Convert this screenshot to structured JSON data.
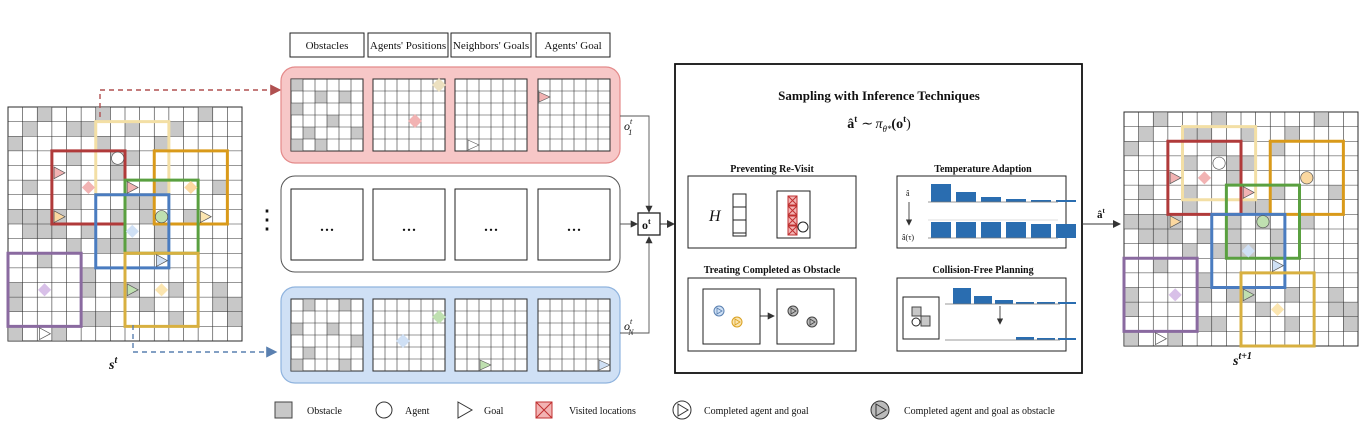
{
  "header_labels": [
    "Obstacles",
    "Agents' Positions",
    "Neighbors' Goals",
    "Agents' Goal"
  ],
  "row_labels": {
    "o1": "o",
    "o1_sup": "t",
    "o1_sub": "1",
    "oN": "o",
    "oN_sup": "t",
    "oN_sub": "N"
  },
  "ellipsis": "...",
  "vdots": "⋮",
  "ot_label": "o",
  "ot_sup": "t",
  "state_label_left": "s",
  "state_label_left_sup": "t",
  "state_label_right": "s",
  "state_label_right_sup": "t+1",
  "action_label": "â",
  "action_label_sup": "t",
  "sampling": {
    "title": "Sampling with Inference Techniques",
    "formula_lhs": "â",
    "formula_lhs_sup": "t",
    "formula_rhs": "∼ π",
    "formula_rhs_sub": "θ*",
    "formula_arg": "(o",
    "formula_arg_sup": "t",
    "formula_close": ")",
    "panels": {
      "revisit": {
        "title": "Preventing Re-Visit",
        "h": "H"
      },
      "temperature": {
        "title": "Temperature Adaption",
        "a": "â",
        "a_tau": "â(τ)"
      },
      "completed": {
        "title": "Treating Completed as Obstacle"
      },
      "collision": {
        "title": "Collision-Free Planning"
      }
    }
  },
  "legend": [
    {
      "icon": "obstacle-icon",
      "label": "Obstacle"
    },
    {
      "icon": "agent-icon",
      "label": "Agent"
    },
    {
      "icon": "goal-icon",
      "label": "Goal"
    },
    {
      "icon": "visited-icon",
      "label": "Visited locations"
    },
    {
      "icon": "completed-icon",
      "label": "Completed agent and goal"
    },
    {
      "icon": "completed-obstacle-icon",
      "label": "Completed agent and goal as obstacle"
    }
  ],
  "colors": {
    "red_row": "#f7c7c7",
    "red_row_border": "#e48a8a",
    "blue_row": "#cfe0f5",
    "blue_row_border": "#8fb3de",
    "obstacle": "#c8c8c8",
    "bar": "#2a6db0",
    "fov_red": "#b03a3a",
    "fov_yellow": "#f3dfa5",
    "fov_orange": "#d99a1a",
    "fov_green": "#5aa040",
    "fov_blue": "#4a7cc0",
    "fov_purple": "#8a6aa0",
    "fov_gold": "#d8b040"
  }
}
